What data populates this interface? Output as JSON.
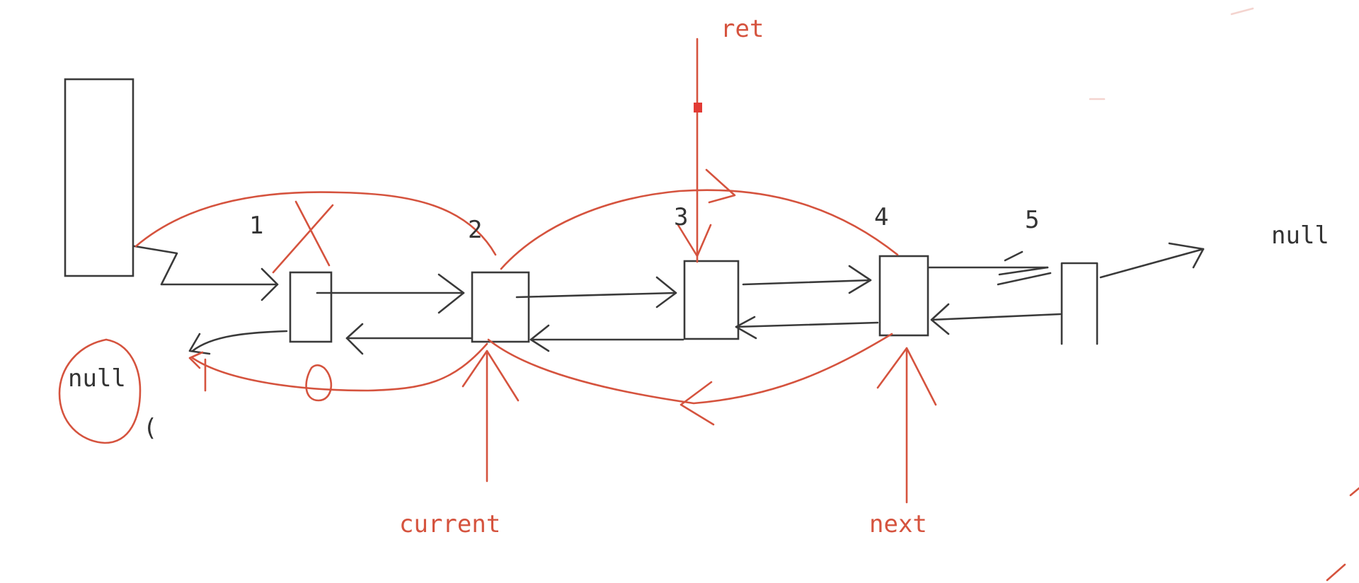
{
  "diagram": {
    "node_labels": [
      "1",
      "2",
      "3",
      "4",
      "5"
    ],
    "left_null_label": "null",
    "right_null_label": "null",
    "pointer_labels": {
      "ret": "ret",
      "current": "current",
      "next": "next"
    },
    "stray_mark": "(",
    "colors": {
      "ink": "#3a3a3a",
      "annotation": "#d5533e",
      "background": "#ffffff"
    }
  }
}
